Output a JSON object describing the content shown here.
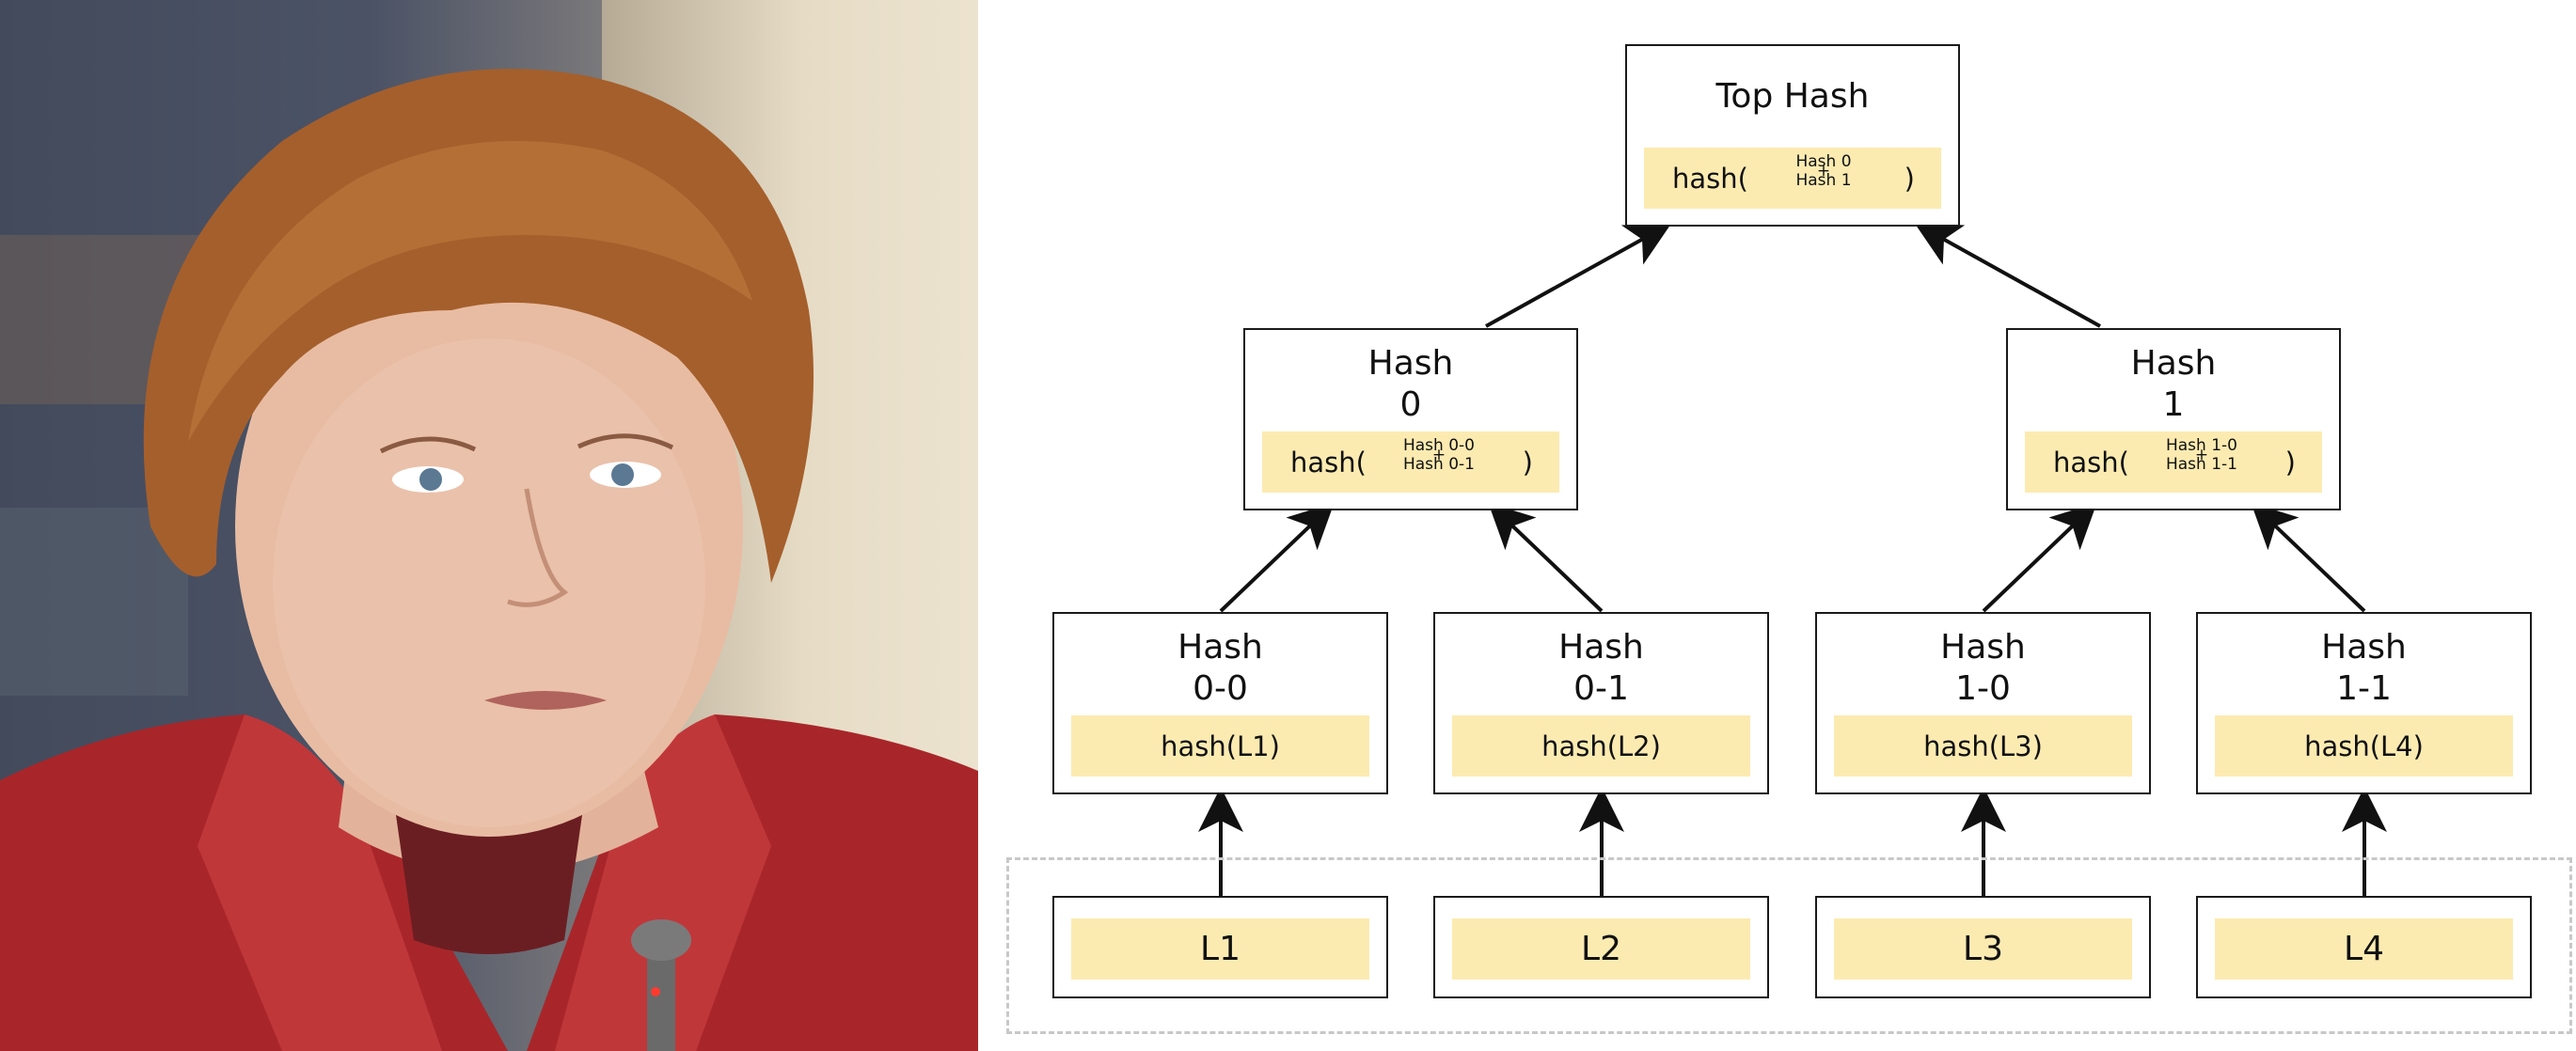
{
  "photo": {
    "description_icon": "portrait-photo"
  },
  "tree": {
    "top": {
      "title": "Top Hash",
      "fn": "hash(",
      "a": "Hash 0",
      "op": "+",
      "b": "Hash 1",
      "close": ")"
    },
    "h0": {
      "title_l1": "Hash",
      "title_l2": "0",
      "fn": "hash(",
      "a": "Hash 0-0",
      "op": "+",
      "b": "Hash 0-1",
      "close": ")"
    },
    "h1": {
      "title_l1": "Hash",
      "title_l2": "1",
      "fn": "hash(",
      "a": "Hash 1-0",
      "op": "+",
      "b": "Hash 1-1",
      "close": ")"
    },
    "h00": {
      "title_l1": "Hash",
      "title_l2": "0-0",
      "value": "hash(L1)"
    },
    "h01": {
      "title_l1": "Hash",
      "title_l2": "0-1",
      "value": "hash(L2)"
    },
    "h10": {
      "title_l1": "Hash",
      "title_l2": "1-0",
      "value": "hash(L3)"
    },
    "h11": {
      "title_l1": "Hash",
      "title_l2": "1-1",
      "value": "hash(L4)"
    },
    "leaves": [
      "L1",
      "L2",
      "L3",
      "L4"
    ]
  },
  "colors": {
    "hash_fill": "#fcebb1",
    "border": "#1a1a1a",
    "dashed": "#c8c8c8"
  }
}
